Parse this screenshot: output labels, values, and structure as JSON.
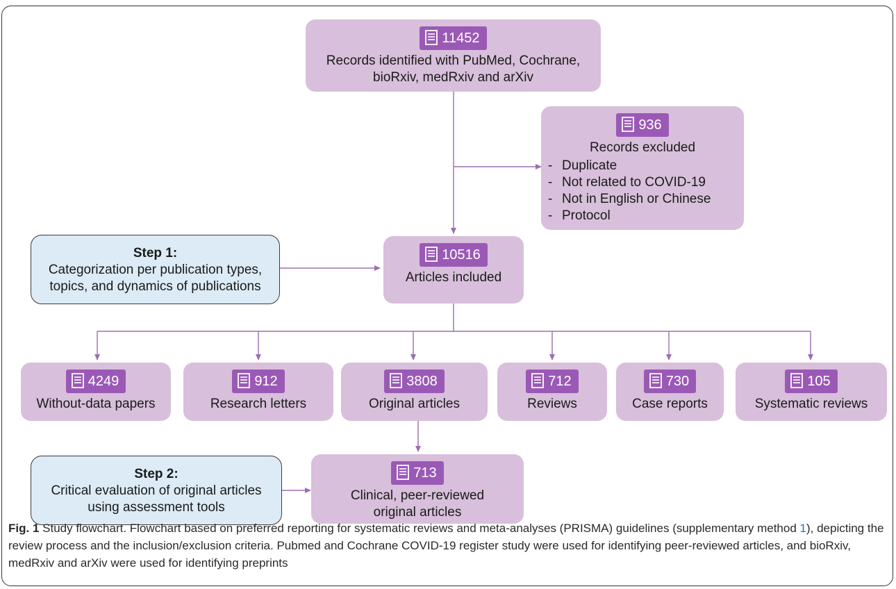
{
  "boxes": {
    "records_identified": {
      "count": "11452",
      "label": "Records identified with PubMed, Cochrane,\nbioRxiv, medRxiv and arXiv"
    },
    "records_excluded": {
      "count": "936",
      "label": "Records excluded",
      "items": [
        "Duplicate",
        "Not related to COVID-19",
        "Not in English or Chinese",
        "Protocol"
      ]
    },
    "articles_included": {
      "count": "10516",
      "label": "Articles included"
    },
    "categories": [
      {
        "count": "4249",
        "label": "Without-data papers"
      },
      {
        "count": "912",
        "label": "Research letters"
      },
      {
        "count": "3808",
        "label": "Original articles"
      },
      {
        "count": "712",
        "label": "Reviews"
      },
      {
        "count": "730",
        "label": "Case reports"
      },
      {
        "count": "105",
        "label": "Systematic reviews"
      }
    ],
    "final": {
      "count": "713",
      "label": "Clinical, peer-reviewed\noriginal articles"
    }
  },
  "steps": {
    "step1": {
      "title": "Step 1:",
      "text": "Categorization per publication types,\ntopics, and dynamics of publications"
    },
    "step2": {
      "title": "Step 2:",
      "text": "Critical evaluation of original articles\nusing assessment tools"
    }
  },
  "caption": {
    "label": "Fig. 1",
    "text_before_ref": " Study flowchart. Flowchart based on preferred reporting for systematic reviews and meta-analyses (PRISMA) guidelines (supplementary method ",
    "ref": "1",
    "text_after_ref": "), depicting the review process and the inclusion/exclusion criteria. Pubmed and Cochrane COVID-19 register study were used for identifying peer-reviewed articles, and bioRxiv, medRxiv and arXiv were used for identifying preprints"
  },
  "colors": {
    "box_fill": "#d8bfdb",
    "badge_fill": "#9b59b6",
    "step_fill": "#dcebf5",
    "connector": "#9b6fb0"
  },
  "icons": {
    "badge_icon": "document-icon"
  }
}
